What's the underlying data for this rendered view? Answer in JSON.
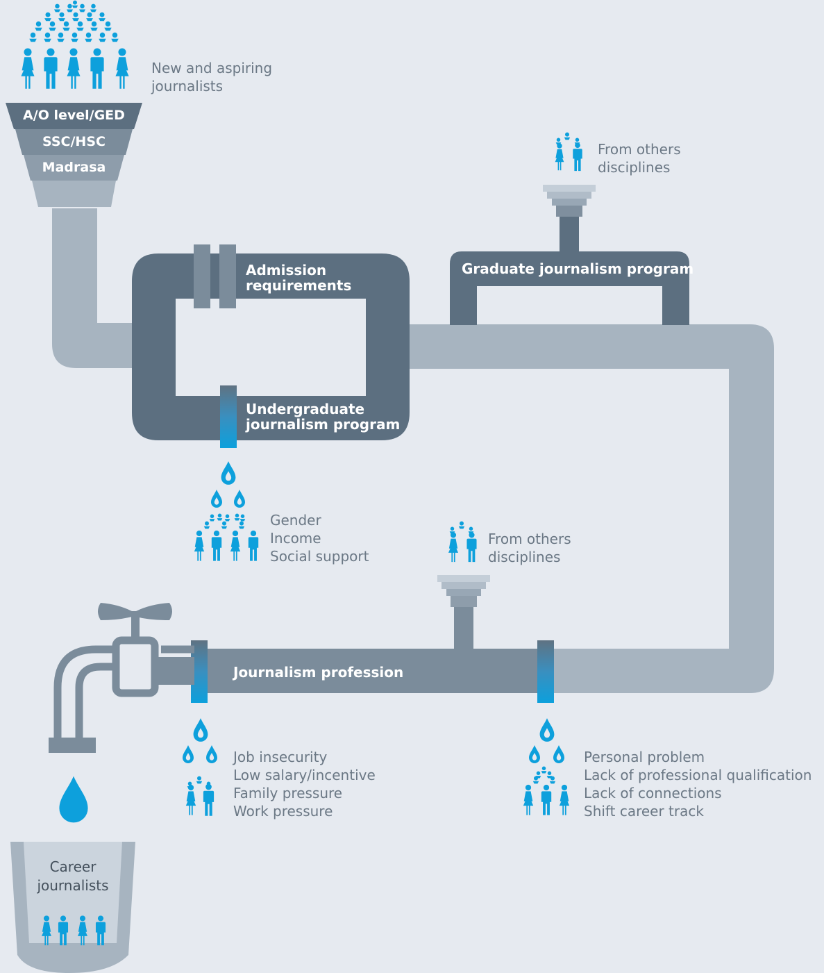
{
  "inflow": {
    "label_line1": "New and aspiring",
    "label_line2": "journalists",
    "tiers": [
      "A/O level/GED",
      "SSC/HSC",
      "Madrasa"
    ]
  },
  "stages": {
    "admission_line1": "Admission",
    "admission_line2": "requirements",
    "undergrad_line1": "Undergraduate",
    "undergrad_line2": "journalism program",
    "graduate": "Graduate journalism program",
    "profession": "Journalism profession"
  },
  "sources": {
    "upper_line1": "From others",
    "upper_line2": "disciplines",
    "lower_line1": "From others",
    "lower_line2": "disciplines"
  },
  "leaks": {
    "undergrad": [
      "Gender",
      "Income",
      "Social support"
    ],
    "profession_left": [
      "Job insecurity",
      "Low salary/incentive",
      "Family pressure",
      "Work pressure"
    ],
    "profession_right": [
      "Personal problem",
      "Lack of professional qualification",
      "Lack of connections",
      "Shift career track"
    ]
  },
  "outcome": {
    "line1": "Career",
    "line2": "journalists"
  },
  "colors": {
    "background": "#e6eaf0",
    "light_pipe": "#a7b4c0",
    "dark_pipe": "#5c6f80",
    "mid_pipe": "#7b8c9b",
    "accent_blue": "#0da0dc",
    "label_grey": "#6b7885"
  },
  "icons": [
    "person-icon",
    "drop-icon",
    "faucet-icon",
    "bucket-icon",
    "funnel-icon"
  ]
}
